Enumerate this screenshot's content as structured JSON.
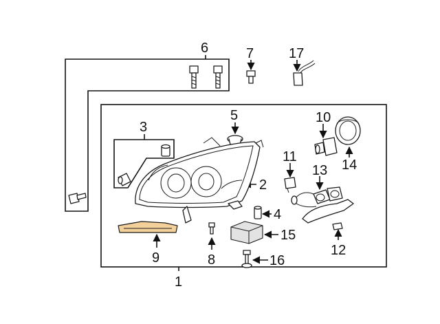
{
  "diagram": {
    "callouts": {
      "c1": "1",
      "c2": "2",
      "c3": "3",
      "c4": "4",
      "c5": "5",
      "c6": "6",
      "c7": "7",
      "c8": "8",
      "c9": "9",
      "c10": "10",
      "c11": "11",
      "c12": "12",
      "c13": "13",
      "c14": "14",
      "c15": "15",
      "c16": "16",
      "c17": "17"
    },
    "colors": {
      "line": "#111111",
      "lens_tint": "#f3cf9a",
      "background": "#ffffff"
    }
  }
}
